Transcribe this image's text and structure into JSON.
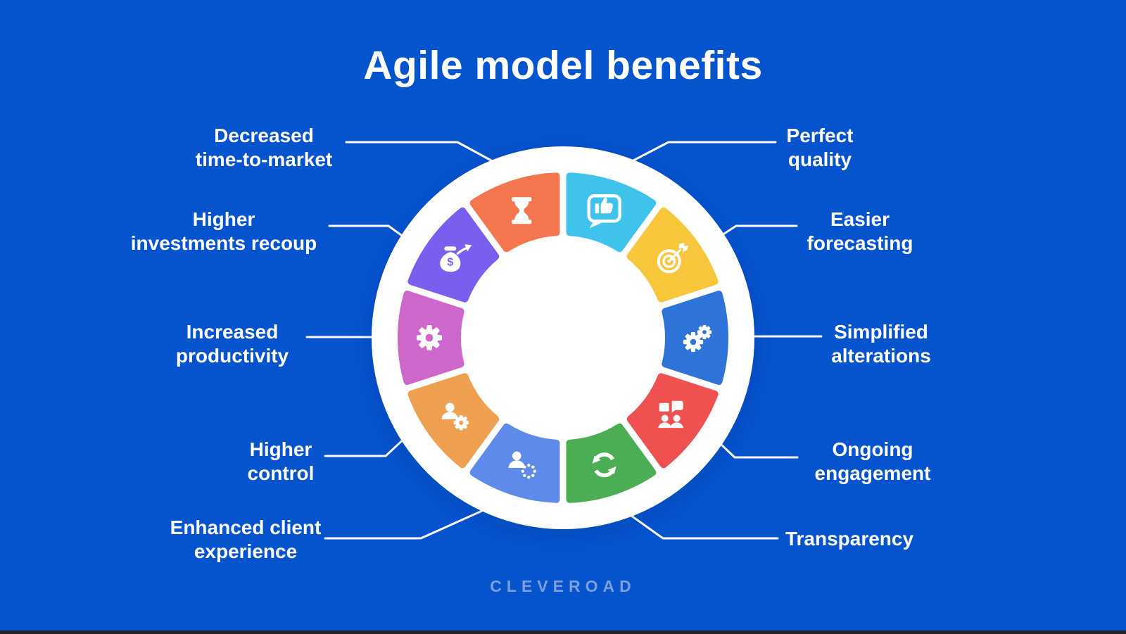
{
  "title": "Agile model benefits",
  "brand_logo": "CLEVEROAD",
  "theme": {
    "background": "#0553CD",
    "wheel": "#FFFFFF",
    "text": "#FFFFFF",
    "brand_color": "#7E9FDC"
  },
  "benefits": [
    {
      "lines": [
        "Decreased",
        "time-to-market"
      ],
      "icon": "hourglass-icon",
      "color": "#F3764F",
      "angle": 108,
      "side": "left"
    },
    {
      "lines": [
        "Higher",
        "investments recoup"
      ],
      "icon": "money-bag-icon",
      "color": "#7A5FEF",
      "angle": 144,
      "side": "left"
    },
    {
      "lines": [
        "Increased",
        "productivity"
      ],
      "icon": "gear-icon",
      "color": "#CE67CB",
      "angle": 180,
      "side": "left"
    },
    {
      "lines": [
        "Higher",
        "control"
      ],
      "icon": "person-gear-icon",
      "color": "#EEA050",
      "angle": 216,
      "side": "left"
    },
    {
      "lines": [
        "Enhanced client",
        "experience"
      ],
      "icon": "person-dots-icon",
      "color": "#5E8BE9",
      "angle": 252,
      "side": "left"
    },
    {
      "lines": [
        "Perfect",
        "quality"
      ],
      "icon": "thumbs-up-bubble-icon",
      "color": "#40C3EA",
      "angle": 72,
      "side": "right"
    },
    {
      "lines": [
        "Easier",
        "forecasting"
      ],
      "icon": "target-icon",
      "color": "#F7C63B",
      "angle": 36,
      "side": "right"
    },
    {
      "lines": [
        "Simplified",
        "alterations"
      ],
      "icon": "gears-icon",
      "color": "#2E73D8",
      "angle": 0,
      "side": "right"
    },
    {
      "lines": [
        "Ongoing",
        "engagement"
      ],
      "icon": "people-chat-icon",
      "color": "#EF5150",
      "angle": 324,
      "side": "right"
    },
    {
      "lines": [
        "Transparency"
      ],
      "icon": "recycle-icon",
      "color": "#4BAE54",
      "angle": 288,
      "side": "right"
    }
  ]
}
